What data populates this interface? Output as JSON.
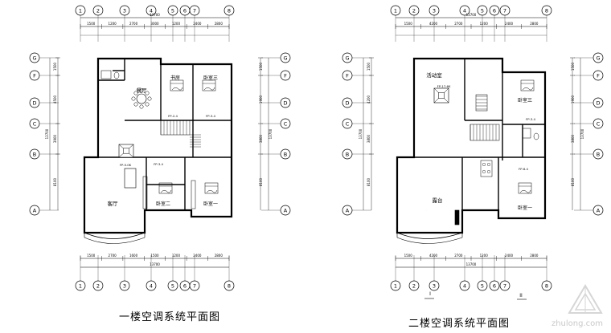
{
  "plans": [
    {
      "title": "一楼空调系统平面图",
      "column_axes": [
        "①",
        "②",
        "③",
        "④",
        "⑤",
        "⑥",
        "⑦",
        "⑧"
      ],
      "row_axes": [
        "Ⓖ",
        "Ⓕ",
        "Ⓓ",
        "Ⓒ",
        "Ⓑ",
        "Ⓐ"
      ],
      "overall_dim": "13700",
      "top_dims": [
        "1500",
        "1200",
        "2700",
        "3000",
        "1200",
        "2400",
        "2800"
      ],
      "bottom_dims": [
        "1500",
        "2700",
        "1600",
        "1500",
        "1200",
        "2400",
        "2800"
      ],
      "left_dims": [
        "1500",
        "4500",
        "3900",
        "8100"
      ],
      "right_dims": [
        "1500",
        "1900",
        "3800",
        "8100"
      ],
      "rooms": {
        "dining": "餐厅",
        "study": "书房",
        "bedroom3": "卧室三",
        "bedroom2": "卧室二",
        "bedroom1": "卧室一",
        "living": "客厅"
      },
      "units": [
        "FP-2.4",
        "FP-3.4",
        "FP-5.0K",
        "FP-3.4"
      ]
    },
    {
      "title": "二楼空调系统平面图",
      "column_axes": [
        "①",
        "②",
        "③",
        "④",
        "⑤",
        "⑥",
        "⑦",
        "⑧"
      ],
      "row_axes": [
        "Ⓖ",
        "Ⓕ",
        "Ⓓ",
        "Ⓒ",
        "Ⓑ",
        "Ⓐ"
      ],
      "overall_dim": "13700",
      "top_dims": [
        "1500",
        "4200",
        "2700",
        "1200",
        "2400",
        "2800"
      ],
      "bottom_dims": [
        "1500",
        "4200",
        "2700",
        "1200",
        "2400",
        "2800"
      ],
      "left_dims": [
        "1500",
        "4200",
        "3800",
        "8100"
      ],
      "right_dims": [
        "1500",
        "1900",
        "3800",
        "8100"
      ],
      "rooms": {
        "activity": "活动室",
        "bedroom3": "卧室三",
        "terrace": "露台",
        "bedroom1": "卧室一"
      },
      "units": [
        "FP-17.6K",
        "FP-3.4",
        "FP-6.4"
      ],
      "section_marks": [
        "I",
        "II"
      ]
    }
  ],
  "watermark": "zhulong.com"
}
